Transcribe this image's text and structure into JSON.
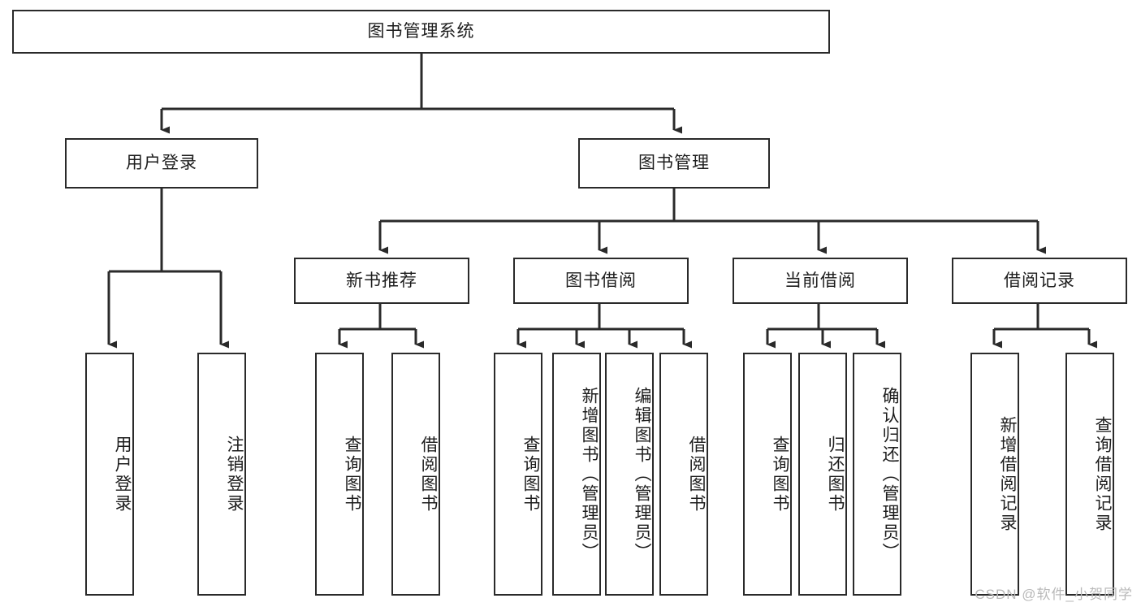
{
  "diagram": {
    "title": "图书管理系统",
    "colors": {
      "border": "#2a2a2a",
      "text": "#1d1d1d",
      "background": "#ffffff",
      "watermark": "#b9b9b9"
    },
    "root": {
      "label": "图书管理系统"
    },
    "level2": [
      {
        "label": "用户登录"
      },
      {
        "label": "图书管理"
      }
    ],
    "level3": [
      {
        "label": "新书推荐"
      },
      {
        "label": "图书借阅"
      },
      {
        "label": "当前借阅"
      },
      {
        "label": "借阅记录"
      }
    ],
    "leaves": {
      "user_login": [
        {
          "label": "用户登录"
        },
        {
          "label": "注销登录"
        }
      ],
      "new_book_recommend": [
        {
          "label": "查询图书"
        },
        {
          "label": "借阅图书"
        }
      ],
      "book_borrow": [
        {
          "label": "查询图书"
        },
        {
          "label": "新增图书（管理员）"
        },
        {
          "label": "编辑图书（管理员）"
        },
        {
          "label": "借阅图书"
        }
      ],
      "current_borrow": [
        {
          "label": "查询图书"
        },
        {
          "label": "归还图书"
        },
        {
          "label": "确认归还（管理员）"
        }
      ],
      "borrow_records": [
        {
          "label": "新增借阅记录"
        },
        {
          "label": "查询借阅记录"
        }
      ]
    },
    "watermark": "CSDN @软件_小贺同学"
  }
}
